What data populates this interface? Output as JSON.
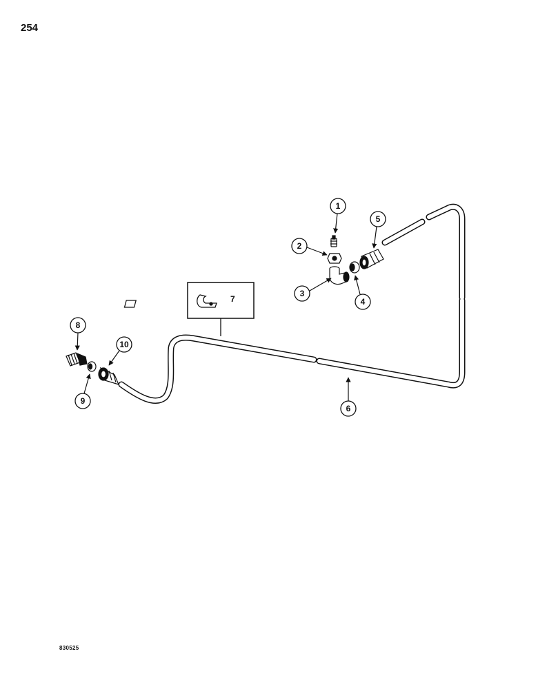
{
  "page": {
    "number": "254",
    "figure_code": "830525"
  },
  "callouts": [
    {
      "id": "1",
      "label": "1"
    },
    {
      "id": "2",
      "label": "2"
    },
    {
      "id": "3",
      "label": "3"
    },
    {
      "id": "4",
      "label": "4"
    },
    {
      "id": "5",
      "label": "5"
    },
    {
      "id": "6",
      "label": "6"
    },
    {
      "id": "7",
      "label": "7"
    },
    {
      "id": "8",
      "label": "8"
    },
    {
      "id": "9",
      "label": "9"
    },
    {
      "id": "10",
      "label": "10"
    }
  ],
  "colors": {
    "line": "#111111",
    "background": "#ffffff"
  }
}
